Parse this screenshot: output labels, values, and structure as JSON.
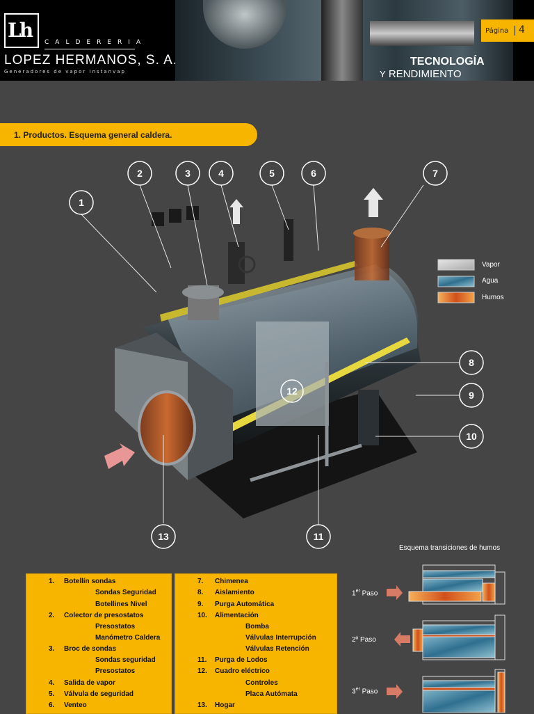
{
  "header": {
    "logo_text": "Lh",
    "caldereria": "CALDERERIA",
    "company": "LOPEZ HERMANOS, S. A.",
    "subtitle": "Generadores de vapor Instanvap",
    "banner_line1": "TECNOLOGÍA",
    "banner_y": "Y",
    "banner_line2": "RENDIMIENTO",
    "page_label": "Página",
    "page_number": "4"
  },
  "section": {
    "title": "1.   Productos. Esquema general caldera."
  },
  "callouts": [
    "1",
    "2",
    "3",
    "4",
    "5",
    "6",
    "7",
    "8",
    "9",
    "10",
    "11",
    "12",
    "13"
  ],
  "legend": [
    {
      "label": "Vapor",
      "color": "#c9c9c9"
    },
    {
      "label": "Agua",
      "color": "#3d86a8"
    },
    {
      "label": "Humos",
      "color": "#e0782a"
    }
  ],
  "parts_left": [
    {
      "num": "1.",
      "name": "Botellín sondas",
      "subs": [
        "Sondas Seguridad",
        "Botellines Nivel"
      ]
    },
    {
      "num": "2.",
      "name": "Colector de presostatos",
      "subs": [
        "Presostatos",
        "Manómetro Caldera"
      ]
    },
    {
      "num": "3.",
      "name": "Broc de sondas",
      "subs": [
        "Sondas seguridad",
        "Presostatos"
      ]
    },
    {
      "num": "4.",
      "name": "Salida de vapor",
      "subs": []
    },
    {
      "num": "5.",
      "name": "Válvula de seguridad",
      "subs": []
    },
    {
      "num": "6.",
      "name": "Venteo",
      "subs": []
    }
  ],
  "parts_right": [
    {
      "num": "7.",
      "name": "Chimenea",
      "subs": []
    },
    {
      "num": "8.",
      "name": "Aislamiento",
      "subs": []
    },
    {
      "num": "9.",
      "name": "Purga Automática",
      "subs": []
    },
    {
      "num": "10.",
      "name": "Alimentación",
      "subs": [
        "Bomba",
        "Válvulas Interrupción",
        "Válvulas Retención"
      ]
    },
    {
      "num": "11.",
      "name": "Purga de Lodos",
      "subs": []
    },
    {
      "num": "12.",
      "name": "Cuadro eléctrico",
      "subs": [
        "Controles",
        "Placa Autómata"
      ]
    },
    {
      "num": "13.",
      "name": "Hogar",
      "subs": []
    }
  ],
  "transitions": {
    "title": "Esquema transiciones de humos",
    "steps": [
      {
        "num": "1",
        "sup": "er",
        "label": "Paso"
      },
      {
        "num": "2º",
        "sup": "",
        "label": "Paso"
      },
      {
        "num": "3",
        "sup": "er",
        "label": "Paso"
      }
    ]
  },
  "colors": {
    "accent": "#f7b500",
    "background": "#454545",
    "header": "#000000"
  }
}
